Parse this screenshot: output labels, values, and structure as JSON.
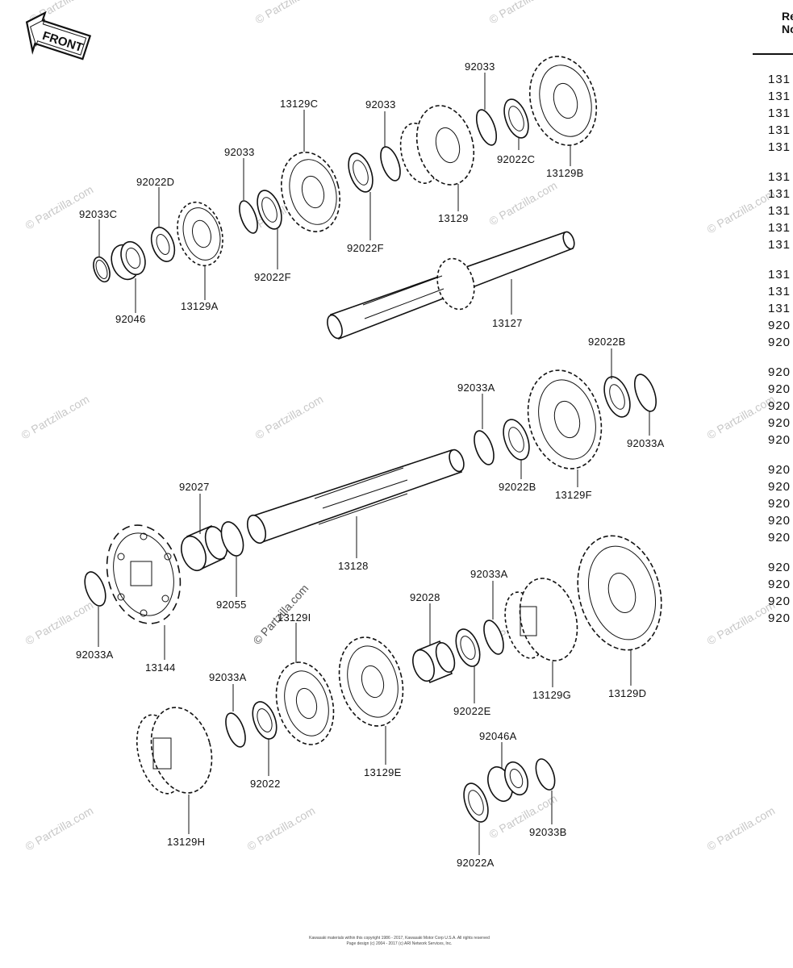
{
  "front_badge": "FRONT",
  "watermark": "© Partzilla.com",
  "ref_header": [
    "Re",
    "No"
  ],
  "ref_list": [
    "131",
    "131",
    "131",
    "131",
    "131",
    "131",
    "131",
    "131",
    "131",
    "131",
    "131",
    "131",
    "131",
    "920",
    "920",
    "920",
    "920",
    "920",
    "920",
    "920",
    "920",
    "920",
    "920",
    "920",
    "920",
    "920",
    "920",
    "920",
    "920"
  ],
  "footer": [
    "Kawasaki materials within this copyright 1986 - 2017, Kawasaki Motor Corp U.S.A. All rights reserved",
    "Page design (c) 2004 - 2017 (c) ARI Network Services, Inc."
  ],
  "parts": {
    "p92033C": "92033C",
    "p92046": "92046",
    "p92022D": "92022D",
    "p13129A": "13129A",
    "p92033_1": "92033",
    "p92022F_1": "92022F",
    "p13129C": "13129C",
    "p92033_2": "92033",
    "p92022F_2": "92022F",
    "p13129": "13129",
    "p92033_3": "92033",
    "p92022C": "92022C",
    "p13129B": "13129B",
    "p13127": "13127",
    "p92022B_1": "92022B",
    "p92033A_1": "92033A",
    "p92033A_2": "92033A",
    "p92022B_2": "92022B",
    "p13129F": "13129F",
    "p92027": "92027",
    "p13128": "13128",
    "p92055": "92055",
    "p92033A_3": "92033A",
    "p13144": "13144",
    "p13129I": "13129I",
    "p92033A_4": "92033A",
    "p92022": "92022",
    "p13129E": "13129E",
    "p92028": "92028",
    "p92022E": "92022E",
    "p92033A_5": "92033A",
    "p13129G": "13129G",
    "p13129D": "13129D",
    "p92046A": "92046A",
    "p92022A": "92022A",
    "p92033B": "92033B",
    "p13129H": "13129H"
  }
}
